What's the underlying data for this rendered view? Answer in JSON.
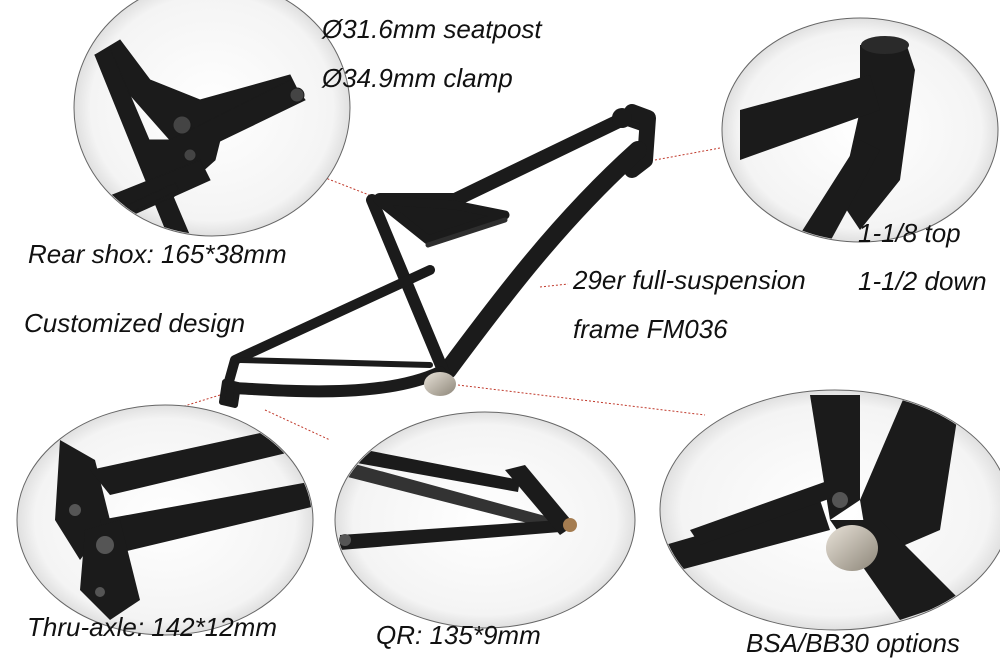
{
  "labels": {
    "seatpost": "Ø31.6mm seatpost",
    "clamp": "Ø34.9mm clamp",
    "rear_shox": "Rear shox: 165*38mm",
    "customized": "Customized design",
    "headtube_top": "1-1/8 top",
    "headtube_down": "1-1/2 down",
    "model_line1": "29er full-suspension",
    "model_line2": "frame FM036",
    "thru_axle": "Thru-axle: 142*12mm",
    "qr": "QR: 135*9mm",
    "bb": "BSA/BB30 options"
  },
  "colors": {
    "frame": "#1b1b1b",
    "leader_line": "#c0392b",
    "bubble_edge": "#555555"
  }
}
